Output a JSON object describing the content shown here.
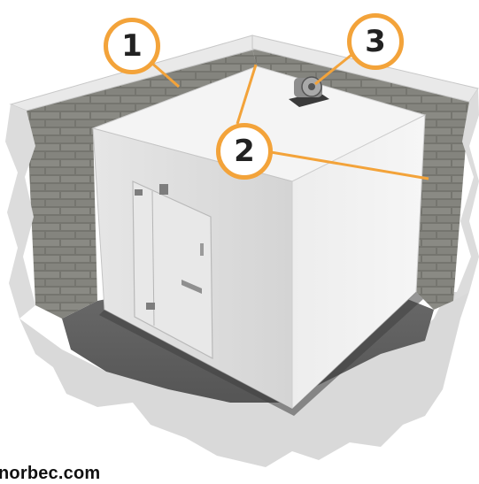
{
  "callouts": [
    {
      "number": "1"
    },
    {
      "number": "2"
    },
    {
      "number": "3"
    }
  ],
  "footer": {
    "url_text": "norbec.com"
  },
  "colors": {
    "accent": "#f3a33a",
    "wall": "#e4e4e4",
    "brick": "#6b6b66",
    "floor": "#5f5f5f",
    "cooler": "#eeeeee"
  }
}
